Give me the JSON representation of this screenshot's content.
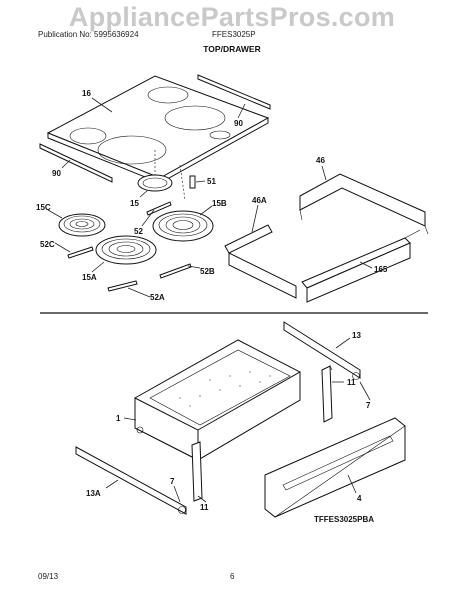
{
  "watermark": "AppliancePartsPros.com",
  "header": {
    "publication": "Publication No: 5995636924",
    "model": "FFES3025P"
  },
  "section_title": "TOP/DRAWER",
  "callouts": {
    "c16": "16",
    "c90a": "90",
    "c90b": "90",
    "c51": "51",
    "c15": "15",
    "c15B": "15B",
    "c15C": "15C",
    "c52": "52",
    "c52C": "52C",
    "c15A": "15A",
    "c52B": "52B",
    "c52A": "52A",
    "c46": "46",
    "c46A": "46A",
    "c165": "165",
    "c13": "13",
    "c11a": "11",
    "c1": "1",
    "c7a": "7",
    "c13A": "13A",
    "c7b": "7",
    "c11b": "11",
    "c4": "4"
  },
  "diagram_code": "TFFES3025PBA",
  "footer": {
    "date": "09/13",
    "page": "6"
  }
}
